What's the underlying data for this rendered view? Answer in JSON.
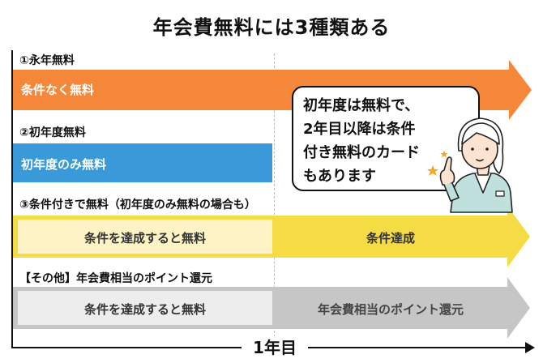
{
  "title": "年会費無料には3種類ある",
  "axis": {
    "tick_label": "1年目"
  },
  "sections": [
    {
      "label": "①永年無料",
      "bars": [
        "条件なく無料"
      ]
    },
    {
      "label": "②初年度無料",
      "bars": [
        "初年度のみ無料"
      ]
    },
    {
      "label": "③条件付きで無料（初年度のみ無料の場合も）",
      "bars": [
        "条件を達成すると無料",
        "条件達成"
      ]
    },
    {
      "label": "【その他】年会費相当のポイント還元",
      "bars": [
        "条件を達成すると無料",
        "年会費相当のポイント還元"
      ]
    }
  ],
  "bubble": {
    "lines": [
      "初年度は無料で、",
      "2年目以降は条件",
      "付き無料のカード",
      "もあります"
    ]
  },
  "colors": {
    "orange": "#F5873A",
    "blue": "#3A9AD9",
    "yellow": "#F5DC45",
    "pale_yellow": "#FDF3C4",
    "gray": "#C6C6C6",
    "light_gray": "#EDEDED"
  }
}
